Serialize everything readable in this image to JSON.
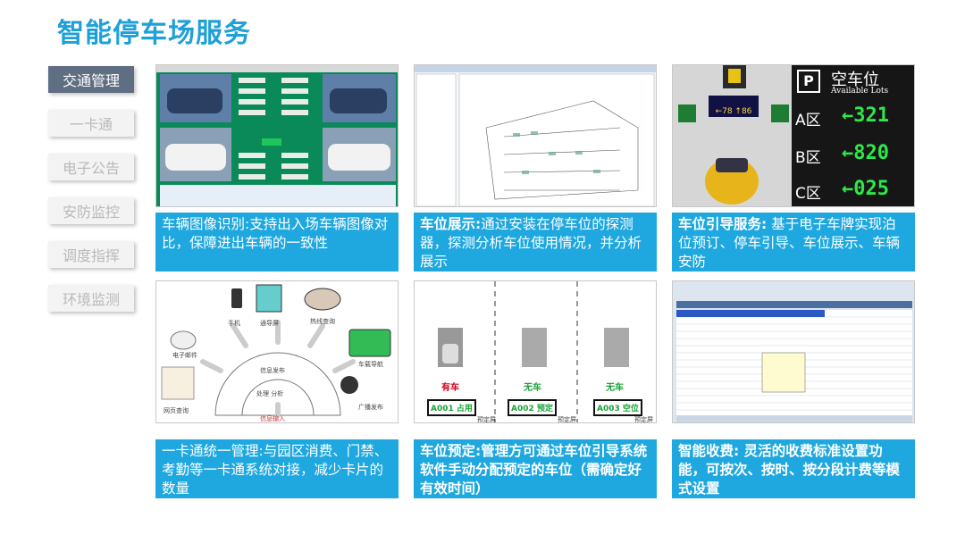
{
  "page": {
    "title": "智能停车场服务"
  },
  "nav": {
    "items": [
      {
        "label": "交通管理",
        "active": true
      },
      {
        "label": "一卡通"
      },
      {
        "label": "电子公告"
      },
      {
        "label": "安防监控"
      },
      {
        "label": "调度指挥"
      },
      {
        "label": "环境监测"
      }
    ]
  },
  "cards": [
    {
      "head": "",
      "text": "车辆图像识别:支持出入场车辆图像对比，保障进出车辆的一致性"
    },
    {
      "head": "车位展示:",
      "text": "通过安装在停车位的探测器，探测分析车位使用情况，并分析展示"
    },
    {
      "head": "车位引导服务:",
      "text": " 基于电子车牌实现泊位预订、停车引导、车位展示、车辆安防",
      "image": {
        "badge_p": "P",
        "title_cn": "空车位",
        "title_en": "Available Lots",
        "zones": [
          {
            "zone": "A区",
            "count": "←321"
          },
          {
            "zone": "B区",
            "count": "←820"
          },
          {
            "zone": "C区",
            "count": "←025"
          }
        ]
      }
    },
    {
      "head": "",
      "text": "一卡通统一管理:与园区消费、门禁、考勤等一卡通系统对接，减少卡片的数量",
      "image": {
        "center_top": "信息发布",
        "center_mid": "处理  分析",
        "center_bottom": "信息输入",
        "channels": [
          "手机",
          "通导屏",
          "热线查询",
          "车载导航",
          "电子邮件",
          "网页查询",
          "广播发布"
        ]
      }
    },
    {
      "head": "",
      "text": "车位预定:管理方可通过车位引导系统软件手动分配预定的车位（需确定好有效时间）",
      "bold": true,
      "image": {
        "slots": [
          {
            "status": "有车",
            "code": "A001 占用",
            "label": "预定屏"
          },
          {
            "status": "无车",
            "code": "A002 预定",
            "label": "预定屏"
          },
          {
            "status": "无车",
            "code": "A003 空位",
            "label": "预定屏"
          }
        ]
      }
    },
    {
      "head": "",
      "text": "智能收费: 灵活的收费标准设置功能，可按次、按时、按分段计费等模式设置",
      "bold": true
    }
  ],
  "colors": {
    "accent": "#1fa0d8",
    "caption_bg": "#1ea8df",
    "nav_active": "#5f6e82",
    "led_green": "#2ee84a",
    "status_red": "#d0021b",
    "status_green": "#1aa337"
  }
}
